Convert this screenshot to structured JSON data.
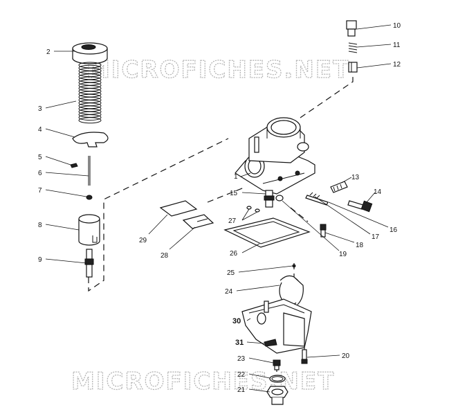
{
  "diagram": {
    "watermark_top": "MICROFICHES.NET",
    "watermark_bottom": "MICROFICHES.NET",
    "callouts": [
      {
        "id": "c1",
        "label": "1"
      },
      {
        "id": "c2",
        "label": "2"
      },
      {
        "id": "c3",
        "label": "3"
      },
      {
        "id": "c4",
        "label": "4"
      },
      {
        "id": "c5",
        "label": "5"
      },
      {
        "id": "c6",
        "label": "6"
      },
      {
        "id": "c7",
        "label": "7"
      },
      {
        "id": "c8",
        "label": "8"
      },
      {
        "id": "c9",
        "label": "9"
      },
      {
        "id": "c10",
        "label": "10"
      },
      {
        "id": "c11",
        "label": "11"
      },
      {
        "id": "c12",
        "label": "12"
      },
      {
        "id": "c13",
        "label": "13"
      },
      {
        "id": "c14",
        "label": "14"
      },
      {
        "id": "c15",
        "label": "15"
      },
      {
        "id": "c16",
        "label": "16"
      },
      {
        "id": "c17",
        "label": "17"
      },
      {
        "id": "c18",
        "label": "18"
      },
      {
        "id": "c19",
        "label": "19"
      },
      {
        "id": "c20",
        "label": "20"
      },
      {
        "id": "c21",
        "label": "21"
      },
      {
        "id": "c22",
        "label": "22"
      },
      {
        "id": "c23",
        "label": "23"
      },
      {
        "id": "c24",
        "label": "24"
      },
      {
        "id": "c25",
        "label": "25"
      },
      {
        "id": "c26",
        "label": "26"
      },
      {
        "id": "c27",
        "label": "27"
      },
      {
        "id": "c28",
        "label": "28"
      },
      {
        "id": "c29",
        "label": "29"
      },
      {
        "id": "c30",
        "label": "30"
      },
      {
        "id": "c31",
        "label": "31"
      }
    ]
  }
}
